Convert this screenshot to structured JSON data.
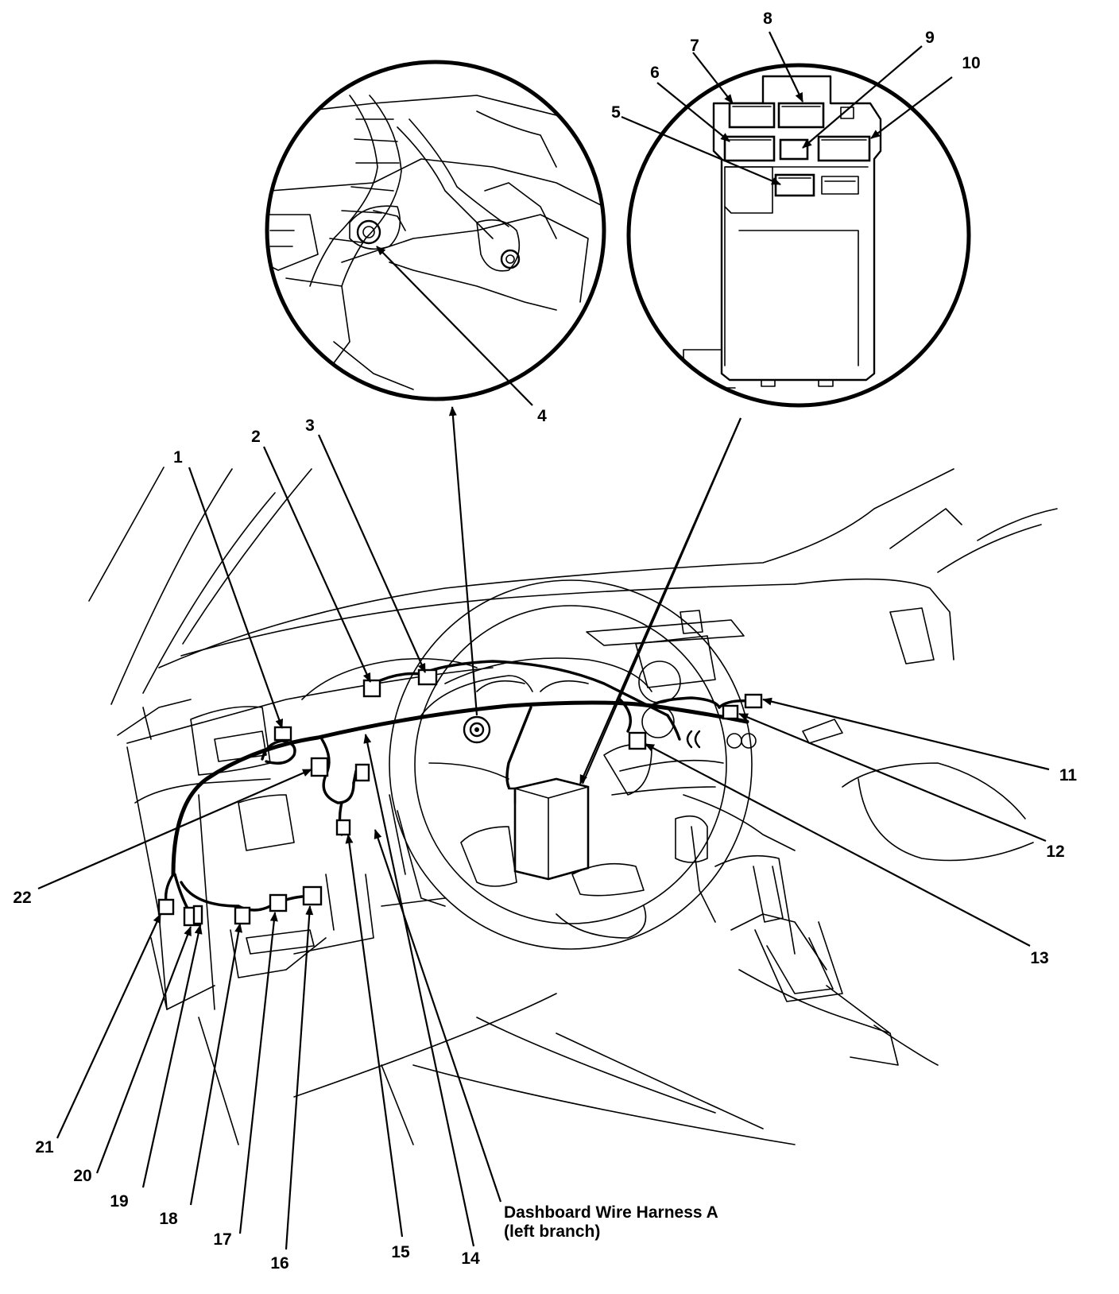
{
  "callouts": {
    "n1": "1",
    "n2": "2",
    "n3": "3",
    "n4": "4",
    "n5": "5",
    "n6": "6",
    "n7": "7",
    "n8": "8",
    "n9": "9",
    "n10": "10",
    "n11": "11",
    "n12": "12",
    "n13": "13",
    "n14": "14",
    "n15": "15",
    "n16": "16",
    "n17": "17",
    "n18": "18",
    "n19": "19",
    "n20": "20",
    "n21": "21",
    "n22": "22"
  },
  "caption": {
    "line1": "Dashboard Wire Harness A",
    "line2": "(left branch)"
  }
}
